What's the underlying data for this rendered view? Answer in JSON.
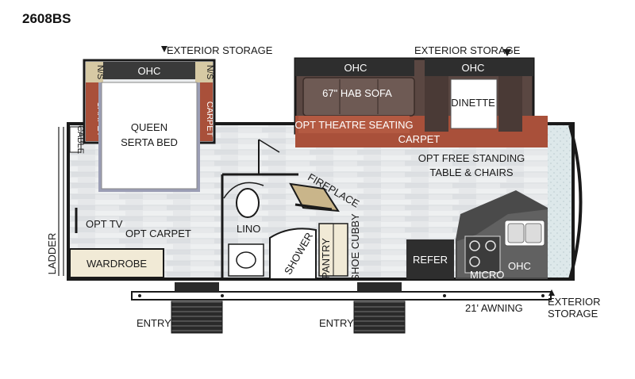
{
  "model": "2608BS",
  "labels": {
    "exterior_storage_top_left": "EXTERIOR STORAGE",
    "exterior_storage_top_right": "EXTERIOR STORAGE",
    "ohc_bed": "OHC",
    "ns_left": "N/S",
    "ns_right": "N/S",
    "carpet_left": "CARPET",
    "carpet_right": "CARPET",
    "queen_bed_line1": "QUEEN",
    "queen_bed_line2": "SERTA BED",
    "ohc_sofa": "OHC",
    "ohc_dinette": "OHC",
    "sofa": "67\" HAB SOFA",
    "dinette": "DINETTE",
    "theatre_seating": "OPT THEATRE SEATING",
    "carpet_slide": "CARPET",
    "table_chairs_line1": "OPT FREE STANDING",
    "table_chairs_line2": "TABLE & CHAIRS",
    "fireplace": "FIREPLACE",
    "cable": "CABLE",
    "opt_tv": "OPT TV",
    "opt_carpet": "OPT CARPET",
    "lino": "LINO",
    "shower": "SHOWER",
    "pantry": "PANTRY",
    "shoe_cubby": "SHOE CUBBY",
    "refer": "REFER",
    "micro": "MICRO",
    "ohc_kitchen": "OHC",
    "wardrobe": "WARDROBE",
    "ladder": "LADDER",
    "entry_left": "ENTRY",
    "entry_right": "ENTRY",
    "awning": "21' AWNING",
    "exterior_storage_bottom_line1": "EXTERIOR",
    "exterior_storage_bottom_line2": "STORAGE"
  },
  "colors": {
    "floor": "#e4e6e8",
    "wall": "#1a1a1a",
    "carpet": "#a9503a",
    "sofa": "#5a4742",
    "cabinet_dark": "#3a3a3a",
    "wardrobe": "#f1ead6",
    "fireplace": "#c9b58a",
    "bed": "#ffffff",
    "bed_frame": "#9b9eb5",
    "counter": "#4a4a4a"
  }
}
